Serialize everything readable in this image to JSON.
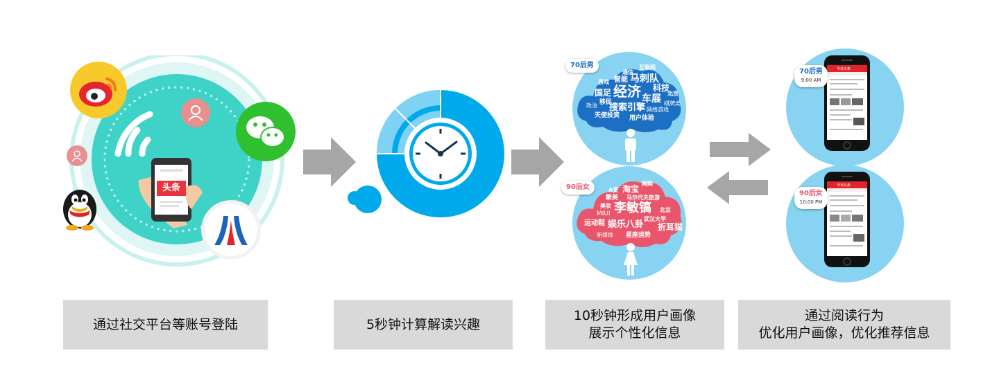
{
  "steps": [
    {
      "caption": [
        "通过社交平台等账号登陆"
      ]
    },
    {
      "caption": [
        "5秒钟计算解读兴趣"
      ]
    },
    {
      "caption": [
        "10秒钟形成用户画像",
        "展示个性化信息"
      ]
    },
    {
      "caption": [
        "通过阅读行为",
        "优化用户画像，优化推荐信息"
      ]
    }
  ],
  "login": {
    "app_label": "头条",
    "icons": [
      "weibo-icon",
      "wechat-icon",
      "qq-icon",
      "renren-icon",
      "avatar-icon",
      "wifi-icon"
    ]
  },
  "profiles": {
    "male": {
      "tag": "70后男",
      "words": [
        "互联网",
        "通信",
        "游戏",
        "智能",
        "马刺队",
        "科技",
        "国足",
        "经济",
        "北京",
        "车展",
        "政治",
        "移民",
        "搜索引擎",
        "棋牌类",
        "网络游戏",
        "天使投资",
        "用户体验"
      ]
    },
    "female": {
      "tag": "90后女",
      "words": [
        "A货",
        "网购",
        "淘宝",
        "聚美",
        "马尔代夫旅游",
        "美妆",
        "李敏镐",
        "北京",
        "MIUI",
        "武汉大学",
        "运动鞋",
        "娱乐八卦",
        "折耳猫",
        "新媒体",
        "星座运势"
      ]
    }
  },
  "feeds": [
    {
      "tag": "70后男",
      "time": "9:00 AM"
    },
    {
      "tag": "90后女",
      "time": "10:00 PM"
    }
  ],
  "phone_app_title": "今日头条",
  "colors": {
    "caption_bg": "#d9d9d9",
    "teal": "#3fd2c7",
    "sky": "#87d3f1",
    "blue": "#1d6fc4",
    "red": "#e9566b",
    "arrow": "#a6a6a6"
  }
}
